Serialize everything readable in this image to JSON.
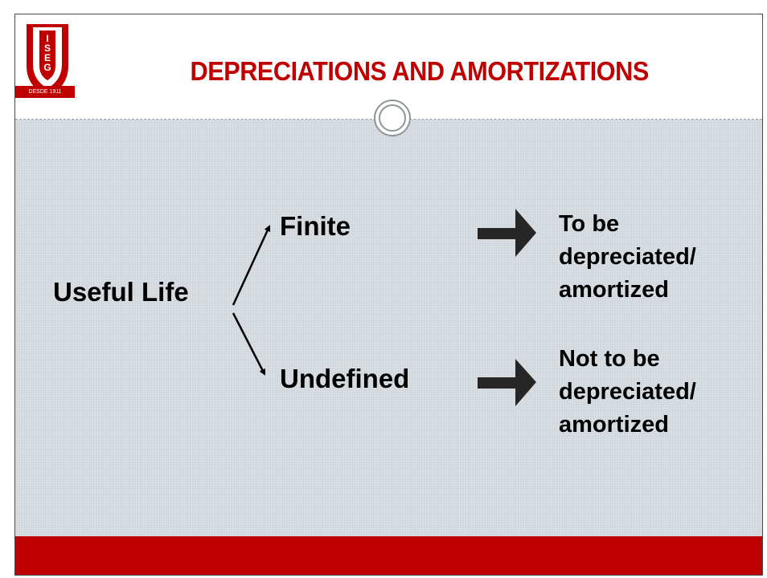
{
  "slide": {
    "title": "DEPRECIATIONS AND AMORTIZATIONS",
    "logo": {
      "letters": [
        "I",
        "S",
        "E",
        "G"
      ],
      "caption": "DESDE 1911"
    }
  },
  "diagram": {
    "root": "Useful Life",
    "branches": [
      {
        "label": "Finite",
        "result_lines": [
          "To be",
          "depreciated/",
          "amortized"
        ]
      },
      {
        "label": "Undefined",
        "result_lines": [
          "Not to be",
          "depreciated/",
          "amortized"
        ]
      }
    ]
  },
  "colors": {
    "brand_red": "#c00000",
    "content_bg": "#cfd7dc",
    "arrow_fill": "#262626"
  }
}
